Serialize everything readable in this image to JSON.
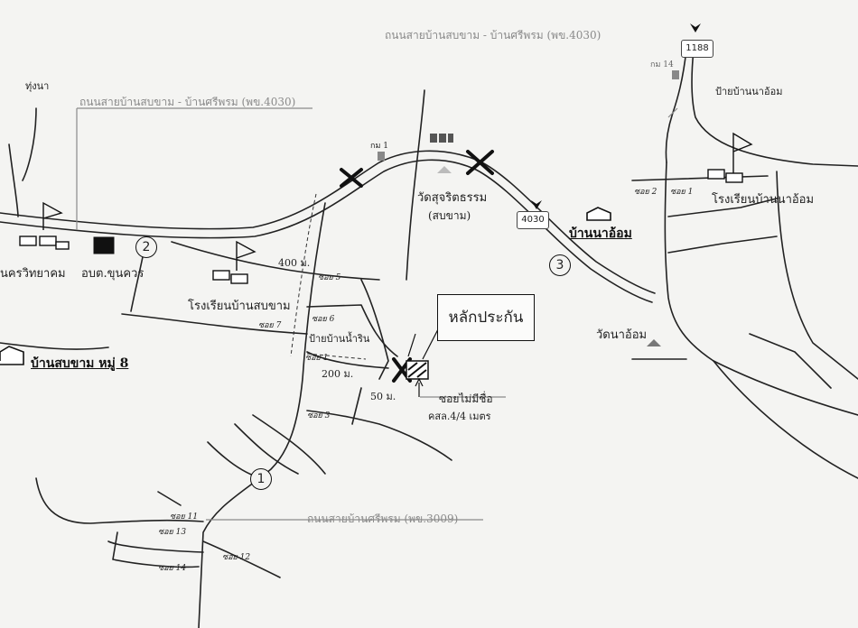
{
  "road_names": {
    "top_road": "ถนนสายบ้านสบขาม - บ้านศรีพรม (พข.4030)",
    "top_right_road": "ถนนสายบ้านสบขาม - บ้านศรีพรม (พข.4030)",
    "bottom_road": "ถนนสายบ้านศรีพรม (พข.3009)"
  },
  "highway_shields": {
    "route_4030": "4030",
    "route_1188": "1188"
  },
  "places": {
    "thung_na": "ทุ่งนา",
    "km_1": "กม 1",
    "km_14": "กม 14",
    "wat_sujarit": "วัดสุจริตธรรม",
    "sop_kham_paren": "(สบขาม)",
    "ban_na_om_sign": "ป้ายบ้านนาอ้อม",
    "school_na_om": "โรงเรียนบ้านนาอ้อม",
    "wat_na_om": "วัดนาอ้อม",
    "school_sop_kham": "โรงเรียนบ้านสบขาม",
    "school_wittayakhom": "นครวิทยาคม",
    "obt": "อบต.ขุนควร",
    "sign_nam_rin": "ป้ายบ้านน้ำริน",
    "unnamed_soi": "ซอยไม่มีชื่อ",
    "road_spec": "คสล.4/4 เมตร"
  },
  "villages": {
    "ban_na_om": "บ้านนาอ้อม",
    "ban_sop_kham": "บ้านสบขาม หมู่ 8"
  },
  "target_label": "หลักประกัน",
  "markers": {
    "m1": "1",
    "m2": "2",
    "m3": "3"
  },
  "soi_labels": {
    "soi_1_left": "ซอย 1",
    "soi_1_right": "ซอย 1",
    "soi_2_right": "ซอย 2",
    "soi_3": "ซอย 3",
    "soi_5": "ซอย 5",
    "soi_6": "ซอย 6",
    "soi_7": "ซอย 7",
    "soi_11": "ซอย 11",
    "soi_12": "ซอย 12",
    "soi_13": "ซอย 13",
    "soi_14": "ซอย 14"
  },
  "distances": {
    "d400": "400 ม.",
    "d200": "200 ม.",
    "d50": "50 ม."
  },
  "colors": {
    "road": "#222222",
    "annotation": "#8a8a8a",
    "paper": "#f4f4f2"
  }
}
